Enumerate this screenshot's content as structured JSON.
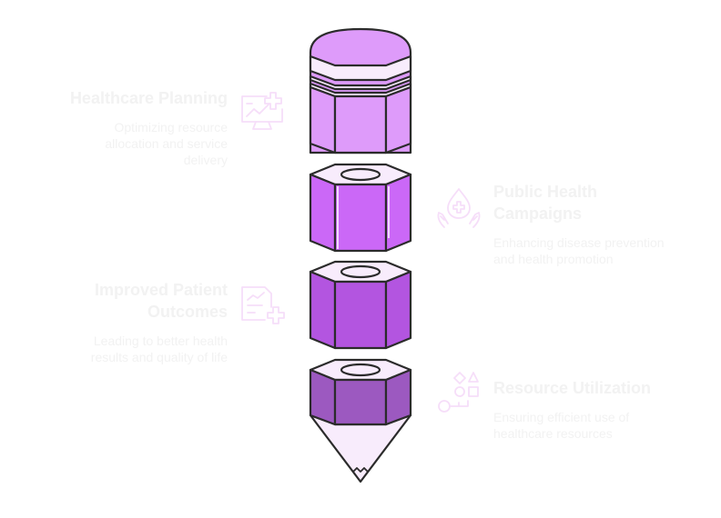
{
  "diagram": {
    "type": "pencil-infographic",
    "colors": {
      "outline": "#2b2b2b",
      "light_face": "#f8ecfc",
      "eraser": "#de9bfa",
      "segment_1": "#cb68f7",
      "segment_2": "#b355e0",
      "segment_3": "#9c59c0",
      "tip": "#f8ecfc",
      "text": "#f2f2f2",
      "icon": "#f6def9"
    },
    "items": [
      {
        "title": "Healthcare Planning",
        "description_lines": [
          "Optimizing resource",
          "allocation and service",
          "delivery"
        ],
        "icon": "monitor-chart-plus-icon",
        "side": "left"
      },
      {
        "title_lines": [
          "Public Health",
          "Campaigns"
        ],
        "description_lines": [
          "Enhancing disease prevention",
          "and health promotion"
        ],
        "icon": "hands-drop-plus-icon",
        "side": "right"
      },
      {
        "title_lines": [
          "Improved Patient",
          "Outcomes"
        ],
        "description_lines": [
          "Leading to better health",
          "results and quality of life"
        ],
        "icon": "document-chart-plus-icon",
        "side": "left"
      },
      {
        "title": "Resource Utilization",
        "description_lines": [
          "Ensuring efficient use of",
          "healthcare resources"
        ],
        "icon": "shapes-key-icon",
        "side": "right"
      }
    ]
  }
}
